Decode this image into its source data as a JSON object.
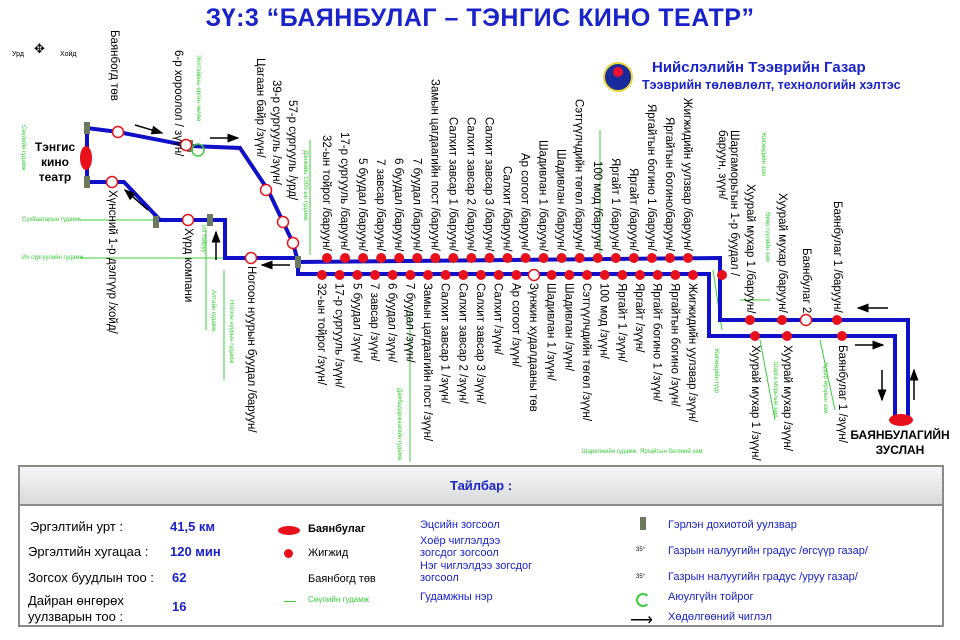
{
  "title": "ЗҮ:3 “БАЯНБУЛАГ – ТЭНГИС КИНО ТЕАТР”",
  "org": {
    "name": "Нийслэлийн Тээврийн Газар",
    "dept": "Тээврийн төлөвлөлт, технологийн хэлтэс"
  },
  "compass": {
    "west": "Урд",
    "east": "Хойд"
  },
  "terminals": {
    "start": "Тэнгис кино театр",
    "end_line1": "БАЯНБУЛАГИЙН",
    "end_line2": "ЗУСЛАН"
  },
  "colors": {
    "route": "#1010c8",
    "stop": "#e8101a",
    "street": "#3ccc3c",
    "title": "#1a22c8"
  },
  "left_upper_stops": [
    "Баянбогд төв",
    "6-р хороолол / зүүн/",
    "Цагаан байр /зүүн/",
    "39-р сургууль /зүүн/",
    "57-р сургууль /урд/"
  ],
  "left_lower_stops": [
    "Хүнсний 1-р дэлгүүр /хойд/",
    "Хүрд компани",
    "Ногоон нуурын буудал /баруун/"
  ],
  "upper_stops": [
    "32-ын тойрог /баруун/",
    "17-р сургууль /баруун/",
    "5 буудал /баруун/",
    "7 завсар /баруун/",
    "6 буудал /баруун/",
    "7 буудал /баруун/",
    "Замын цагдаагийн пост /баруун/",
    "Салхит завсар 1 /баруун/",
    "Салхит завсар 2 /баруун/",
    "Салхит завсар 3 /баруун/",
    "Салхит /баруун/",
    "Ар согоот /баруун/",
    "Шадивлан 1 /баруун/",
    "Шадивлан /баруун/",
    "Сэтгүүлчдийн төгөл /баруун/",
    "100 мод /баруун/",
    "Яргайт 1 /баруун/",
    "Яргайт /баруун/",
    "Яргайтын богино 1 /баруун/",
    "Яргайтын богино/баруун/",
    "Жигжидийн уулзвар /баруун/"
  ],
  "lower_stops": [
    "32-ын тойрог /зүүн/",
    "17-р сургууль /зүүн/",
    "5 буудал /зүүн/",
    "7 завсар /зүүн/",
    "6 буудал /зүүн/",
    "7 буудал /зүүн/",
    "Замын цагдаагийн пост /зүүн/",
    "Салхит завсар 1 /зүүн/",
    "Салхит завсар 2 /зүүн/",
    "Салхит завсар 3 /зүүн/",
    "Салхит /зүүн/",
    "Ар согоот /зүүн/",
    "Зүнжин худалдааны төв",
    "Шадивлан 1 /зүүн/",
    "Шадивлан /зүүн/",
    "Сэтгүүлчдийн төгөл /зүүн/",
    "100 мод /зүүн/",
    "Яргайт 1 /зүүн/",
    "Яргайт /зүүн/",
    "Яргайт богино 1 /зүүн/",
    "Яргайтын богино /зүүн/",
    "Жигжидийн уулзвар /зүүн/"
  ],
  "right_stops": {
    "sharga": "Шаргаморьтын 1-р буудал / баруун, зүүн/",
    "upper": [
      "Хуурай мухар 1 /баруун/",
      "Хуурай мухар /баруун/",
      "Баянбулаг 2",
      "Баянбулаг 1 /баруун/"
    ],
    "lower": [
      "Хуурай мухар 1 /зүүн/",
      "Хуурай мухар /зүүн/",
      "Баянбулаг 1 /зүүн/"
    ]
  },
  "streets": {
    "seoul": "Сөүлийн гудамж",
    "enkhtaivan": "Энхтайвны өргөн чөлөө",
    "sukhbaatar": "Сүхбаатарын гудамж",
    "university": "Их сургуулийн гудамж",
    "ring": "Их тойруу",
    "altai": "Алтайн гудамж",
    "nogoon": "Ногоон нуурын гудамж",
    "denj": "Дэнжийн 1000-ын гудамж",
    "dambadarjaa": "Дамбадаржаагийн гудамж",
    "sharilj": "Шарилжийн гудамж",
    "yargait": "Яргайтын богиний зам",
    "jigjid": "Жигжидийн зам",
    "jigjid_bridge": "Жигжидийн гүүр",
    "uvur": "Өвөр гүүлийн зам",
    "sharga_road": "Шарга морьтын зам",
    "khuder": "Хүдэр мухрын зам"
  },
  "legend": {
    "title": "Тайлбар :",
    "stats": [
      {
        "label": "Эргэлтийн урт :",
        "value": "41,5 км"
      },
      {
        "label": "Эргэлтийн хугацаа :",
        "value": "120 мин"
      },
      {
        "label": "Зогсох буудлын тоо :",
        "value": "62"
      },
      {
        "label": "Дайран өнгөрөх уулзварын тоо :",
        "value": "16"
      }
    ],
    "col2": [
      "Баянбулаг",
      "Жигжид",
      "Баянбогд төв",
      "Сөүлийн гудамж"
    ],
    "col3": [
      "Эцсийн зогсоол",
      "Хоёр чиглэлдээ зогсдог зогсоол",
      "Нэг чиглэлдээ зогсдог зогсоол",
      "Гудамжны нэр"
    ],
    "col4": [
      "Гэрлэн дохиотой уулзвар",
      "Газрын налуугийн градус /өгсүүр газар/",
      "Газрын налуугийн градус /уруу газар/",
      "Аюулгүйн тойрог",
      "Хөдөлгөөний чиглэл"
    ],
    "slope": "35°"
  }
}
